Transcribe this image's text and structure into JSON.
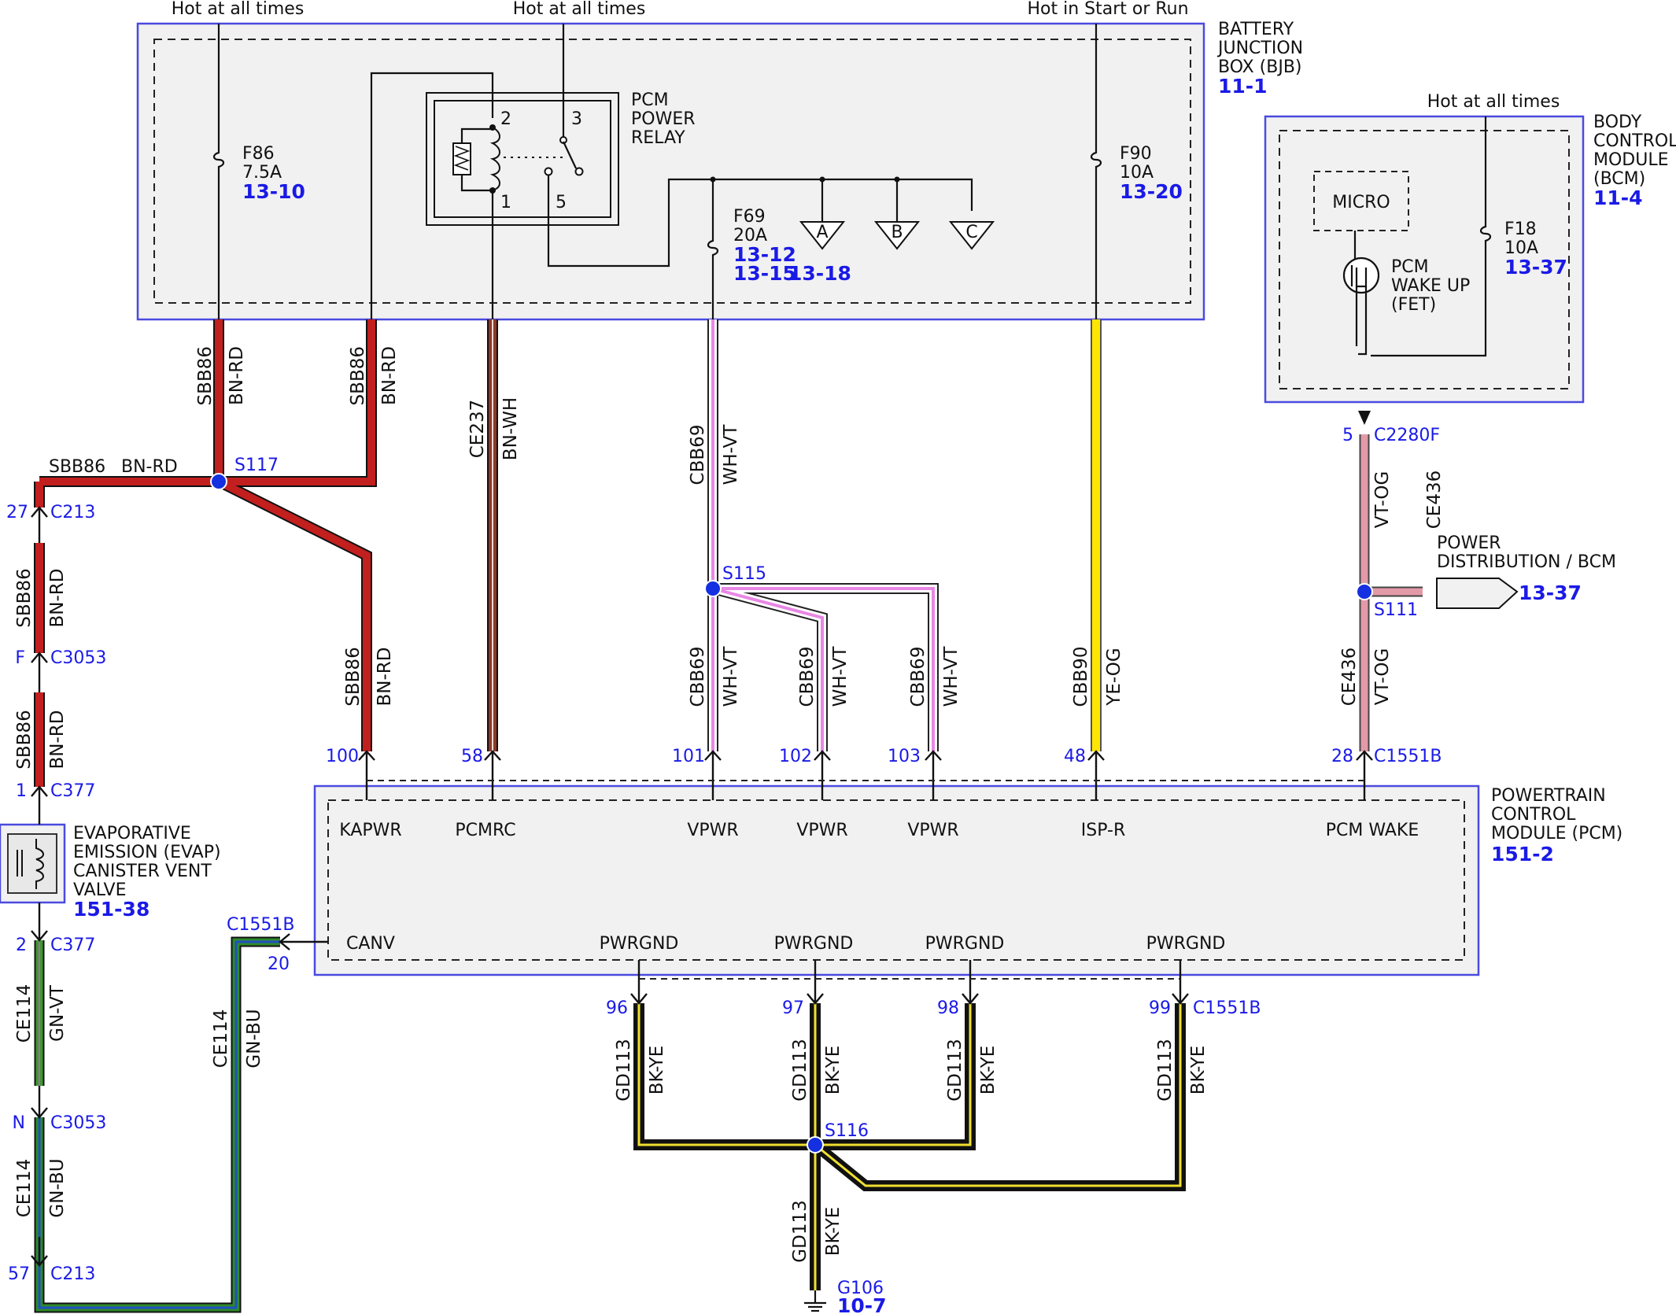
{
  "supply_labels": {
    "f86": "Hot at all times",
    "relay": "Hot at all times",
    "f90": "Hot in Start or Run",
    "bcm": "Hot at all times"
  },
  "components": {
    "bjb": {
      "lines": [
        "BATTERY",
        "JUNCTION",
        "BOX (BJB)"
      ],
      "ref": "11-1"
    },
    "bcm": {
      "lines": [
        "BODY",
        "CONTROL",
        "MODULE",
        "(BCM)"
      ],
      "ref": "11-4"
    },
    "pcm": {
      "lines": [
        "POWERTRAIN",
        "CONTROL",
        "MODULE (PCM)"
      ],
      "ref": "151-2"
    },
    "evap": {
      "lines": [
        "EVAPORATIVE",
        "EMISSION (EVAP)",
        "CANISTER VENT",
        "VALVE"
      ],
      "ref": "151-38"
    },
    "relay": {
      "lines": [
        "PCM",
        "POWER",
        "RELAY"
      ],
      "pins": [
        "2",
        "3",
        "1",
        "5"
      ]
    },
    "micro": "MICRO",
    "fet": {
      "lines": [
        "PCM",
        "WAKE UP",
        "(FET)"
      ]
    },
    "power_dist": {
      "lines": [
        "POWER",
        "DISTRIBUTION / BCM"
      ],
      "ref": "13-37"
    },
    "ground": {
      "name": "G106",
      "ref": "10-7"
    }
  },
  "fuses": {
    "f86": {
      "name": "F86",
      "rating": "7.5A",
      "refs": [
        "13-10"
      ]
    },
    "f90": {
      "name": "F90",
      "rating": "10A",
      "refs": [
        "13-20"
      ]
    },
    "f69": {
      "name": "F69",
      "rating": "20A",
      "refs": [
        "13-12",
        "13-15",
        "13-18"
      ]
    },
    "f18": {
      "name": "F18",
      "rating": "10A",
      "refs": [
        "13-37"
      ]
    }
  },
  "offpage": [
    "A",
    "B",
    "C"
  ],
  "splices": {
    "s117": "S117",
    "s115": "S115",
    "s111": "S111",
    "s116": "S116"
  },
  "wires": {
    "sbb86": {
      "circuit": "SBB86",
      "color": "BN-RD"
    },
    "ce237": {
      "circuit": "CE237",
      "color": "BN-WH"
    },
    "cbb69": {
      "circuit": "CBB69",
      "color": "WH-VT"
    },
    "cbb90": {
      "circuit": "CBB90",
      "color": "YE-OG"
    },
    "ce436": {
      "circuit": "CE436",
      "color": "VT-OG"
    },
    "ce114_gnvt": {
      "circuit": "CE114",
      "color": "GN-VT"
    },
    "ce114_gnbu": {
      "circuit": "CE114",
      "color": "GN-BU"
    },
    "gd113": {
      "circuit": "GD113",
      "color": "BK-YE"
    }
  },
  "connectors": {
    "c213_top": {
      "pin": "27",
      "name": "C213"
    },
    "c3053_top": {
      "pin": "F",
      "name": "C3053"
    },
    "c377_top": {
      "pin": "1",
      "name": "C377"
    },
    "c377_bot": {
      "pin": "2",
      "name": "C377"
    },
    "c3053_bot": {
      "pin": "N",
      "name": "C3053"
    },
    "c213_bot": {
      "pin": "57",
      "name": "C213"
    },
    "c2280f": {
      "pin": "5",
      "name": "C2280F"
    },
    "c1551b_top": {
      "name": "C1551B",
      "pins": [
        "100",
        "58",
        "101",
        "102",
        "103",
        "48",
        "28"
      ]
    },
    "c1551b_canv": {
      "pin": "20",
      "name": "C1551B"
    },
    "c1551b_bot": {
      "name": "C1551B",
      "pins": [
        "96",
        "97",
        "98",
        "99"
      ]
    }
  },
  "pcm_pins": {
    "top": [
      "KAPWR",
      "PCMRC",
      "VPWR",
      "VPWR",
      "VPWR",
      "ISP-R",
      "PCM WAKE"
    ],
    "canv": "CANV",
    "bottom": [
      "PWRGND",
      "PWRGND",
      "PWRGND",
      "PWRGND"
    ]
  },
  "wire_colors_hex": {
    "BN-RD": "#b22222",
    "BN-WH": "#8b3a2a",
    "WH-VT": "#f3b8f0",
    "YE-OG": "#ffe600",
    "VT-OG": "#e39aa8",
    "GN-VT": "#3c9a2a",
    "GN-BU": "#1f8a6a",
    "BK-YE": "#111111",
    "BK-YE_stripe": "#f0e030",
    "splice": "#1530e0",
    "component_border": "#4a4ae0",
    "reference": "#1a1ae6"
  }
}
